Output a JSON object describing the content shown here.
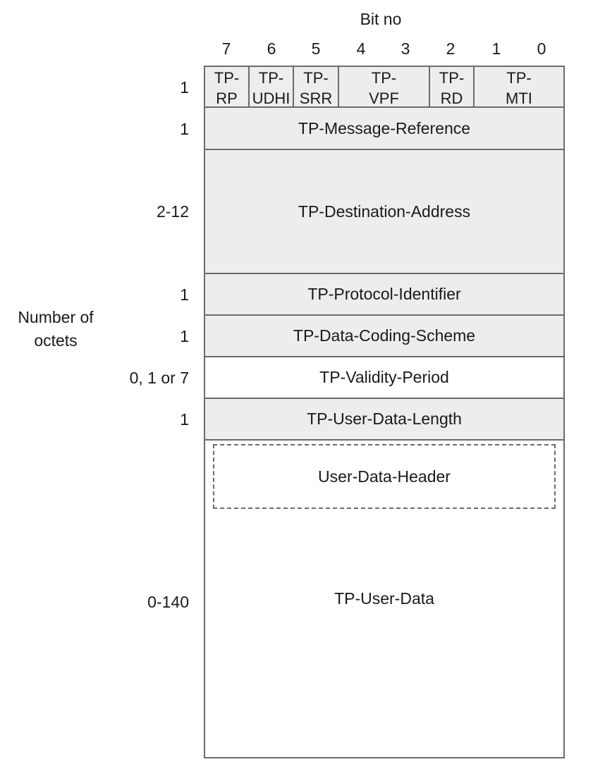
{
  "bit_header": {
    "title": "Bit no",
    "bits": [
      "7",
      "6",
      "5",
      "4",
      "3",
      "2",
      "1",
      "0"
    ]
  },
  "side_label": {
    "line1": "Number of",
    "line2": "octets"
  },
  "first_octet": {
    "count": "1",
    "subfields": [
      {
        "line1": "TP-",
        "line2": "RP"
      },
      {
        "line1": "TP-",
        "line2": "UDHI"
      },
      {
        "line1": "TP-",
        "line2": "SRR"
      },
      {
        "line1": "TP-",
        "line2": "VPF"
      },
      {
        "line1": "TP-",
        "line2": "RD"
      },
      {
        "line1": "TP-",
        "line2": "MTI"
      }
    ]
  },
  "fields": [
    {
      "count": "1",
      "label": "TP-Message-Reference"
    },
    {
      "count": "2-12",
      "label": "TP-Destination-Address"
    },
    {
      "count": "1",
      "label": "TP-Protocol-Identifier"
    },
    {
      "count": "1",
      "label": "TP-Data-Coding-Scheme"
    },
    {
      "count": "0, 1 or 7",
      "label": "TP-Validity-Period"
    },
    {
      "count": "1",
      "label": "TP-User-Data-Length"
    },
    {
      "count": "0-140",
      "label": "TP-User-Data",
      "inner_label": "User-Data-Header"
    }
  ],
  "colors": {
    "field_fill": "#ededed",
    "optional_field_fill": "#ffffff",
    "border": "#6b6b6b"
  }
}
